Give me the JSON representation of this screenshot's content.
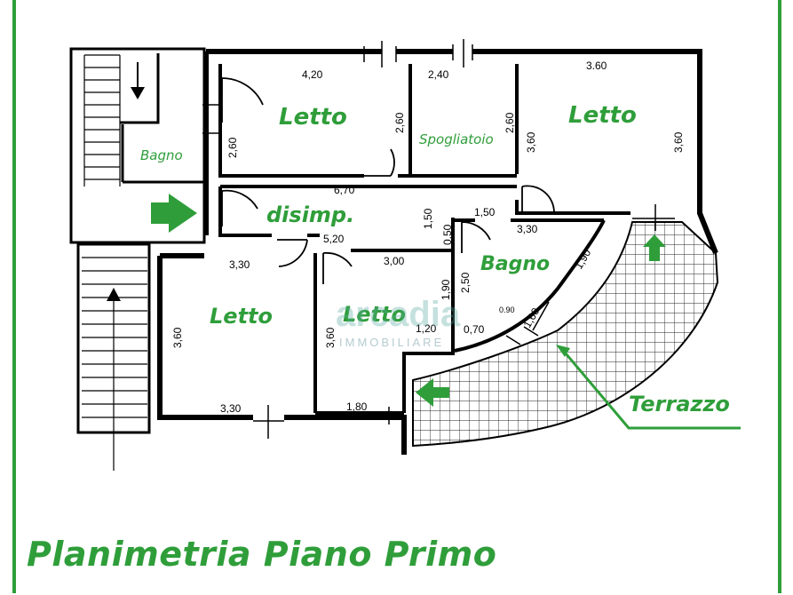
{
  "title": "Planimetria Piano Primo",
  "watermark": {
    "brand": "arcadia",
    "sub": "IMMOBILIARE"
  },
  "colors": {
    "label": "#2f9e3a",
    "wall": "#000000",
    "frame": "#2f9e3a"
  },
  "rooms": {
    "letto_1": "Letto",
    "letto_2": "Letto",
    "letto_3": "Letto",
    "letto_4": "Letto",
    "bagno_1": "Bagno",
    "bagno_2": "Bagno",
    "spogliatoio": "Spogliatoio",
    "disimp": "disimp.",
    "terrazzo": "Terrazzo"
  },
  "dims": {
    "d_420": "4,20",
    "d_240": "2,40",
    "d_360_top": "3.60",
    "d_260_a": "2,60",
    "d_260_b": "2,60",
    "d_260_c": "2,60",
    "d_360_v1": "3,60",
    "d_360_v2": "3,60",
    "d_670": "6,70",
    "d_150_v": "1,50",
    "d_150_h": "1,50",
    "d_520": "5,20",
    "d_330_a": "3,30",
    "d_330_b": "3,30",
    "d_330_c": "3,30",
    "d_300": "3,00",
    "d_050": "0,50",
    "d_250": "2,50",
    "d_190_a": "1,90",
    "d_190_b": "1,90",
    "d_360_v3": "3,60",
    "d_360_v4": "3,60",
    "d_120": "1,20",
    "d_160": "1,60",
    "d_090": "0.90",
    "d_070": "0,70",
    "d_180": "1,80"
  }
}
